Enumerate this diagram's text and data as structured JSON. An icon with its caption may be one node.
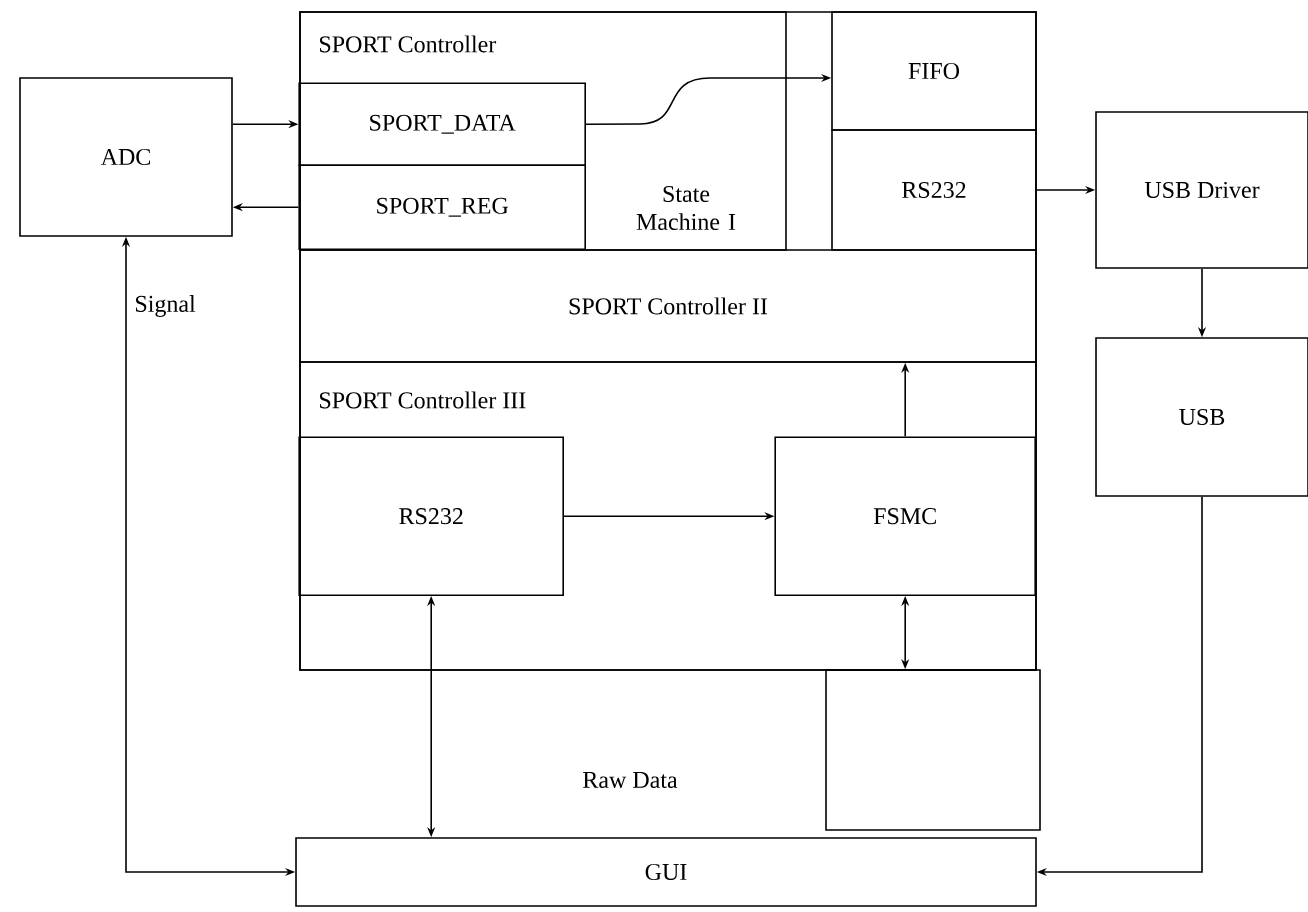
{
  "diagram": {
    "nodes": [
      {
        "text": [
          "ADC"
        ]
      },
      {
        "text": [
          "SPORT Controller",
          "State Machine I"
        ]
      },
      {
        "text": [
          "SPORT_DATA"
        ],
        "in": 1
      },
      {
        "text": [
          "SPORT_REG"
        ],
        "in": 1
      },
      {
        "text": [
          "FIFO"
        ]
      },
      {
        "text": [
          "RS232"
        ]
      },
      {
        "text": [
          "USB Driver"
        ]
      },
      {
        "text": [
          "SPORT Controller II"
        ]
      },
      {
        "text": [
          "SPORT Controller III"
        ]
      },
      {
        "text": [
          "RS232"
        ],
        "in": 8
      },
      {
        "text": [
          "FSMC"
        ],
        "in": 8
      },
      {
        "text": [
          "USB"
        ]
      },
      {
        "text": [],
        "shape": "box"
      },
      {
        "text": [
          "GUI"
        ]
      }
    ],
    "edges": [
      {
        "from": 0,
        "to": 2,
        "arrow": "to"
      },
      {
        "from": 3,
        "to": 0,
        "arrow": "to"
      },
      {
        "from": 2,
        "to": 4,
        "arrow": "to"
      },
      {
        "from": 5,
        "to": 6,
        "arrow": "to"
      },
      {
        "from": 6,
        "to": 11,
        "arrow": "to"
      },
      {
        "from": 10,
        "to": 7,
        "arrow": "to"
      },
      {
        "from": 9,
        "to": 10,
        "arrow": "to"
      },
      {
        "from": 9,
        "to": 13,
        "arrow": "both"
      },
      {
        "from": 10,
        "to": 12,
        "arrow": "both"
      },
      {
        "from": 13,
        "to": 0,
        "arrow": "both",
        "label": "Signal"
      },
      {
        "from": 11,
        "to": 13,
        "arrow": "to"
      }
    ],
    "labels": [
      "Raw Data"
    ]
  }
}
